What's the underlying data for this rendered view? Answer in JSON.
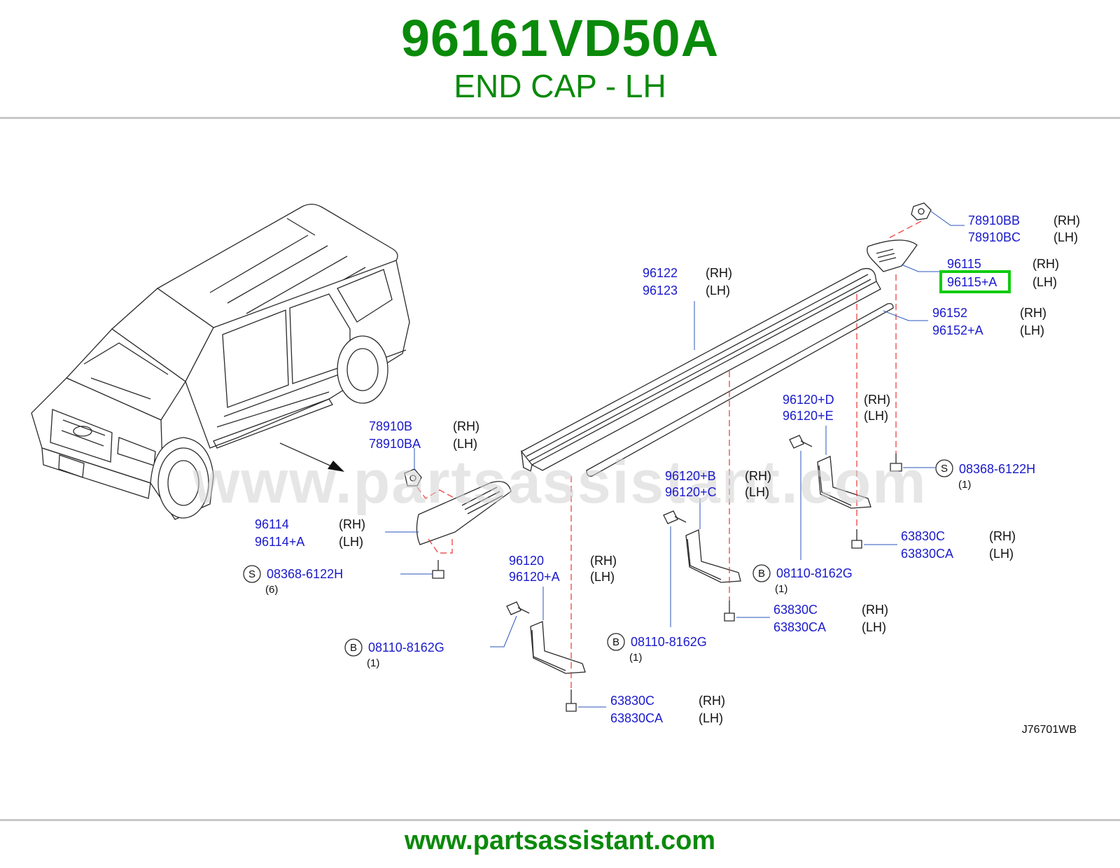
{
  "header": {
    "part_number": "96161VD50A",
    "part_name": "END CAP - LH"
  },
  "footer": {
    "website": "www.partsassistant.com"
  },
  "watermark": "www.partsassistant.com",
  "diagram_code": "J76701WB",
  "highlight_color": "#11cc11",
  "callouts": {
    "c78910bb": {
      "pn": "78910BB",
      "side": "(RH)"
    },
    "c78910bc": {
      "pn": "78910BC",
      "side": "(LH)"
    },
    "c96115": {
      "pn": "96115",
      "side": "(RH)"
    },
    "c96115a": {
      "pn": "96115+A",
      "side": "(LH)"
    },
    "c96122": {
      "pn": "96122",
      "side": "(RH)"
    },
    "c96123": {
      "pn": "96123",
      "side": "(LH)"
    },
    "c96152": {
      "pn": "96152",
      "side": "(RH)"
    },
    "c96152a": {
      "pn": "96152+A",
      "side": "(LH)"
    },
    "c96120d": {
      "pn": "96120+D",
      "side": "(RH)"
    },
    "c96120e": {
      "pn": "96120+E",
      "side": "(LH)"
    },
    "c78910b": {
      "pn": "78910B",
      "side": "(RH)"
    },
    "c78910ba": {
      "pn": "78910BA",
      "side": "(LH)"
    },
    "c96120b": {
      "pn": "96120+B",
      "side": "(RH)"
    },
    "c96120c": {
      "pn": "96120+C",
      "side": "(LH)"
    },
    "s_right": {
      "letter": "S",
      "pn": "08368-6122H",
      "qty": "(1)"
    },
    "c96114": {
      "pn": "96114",
      "side": "(RH)"
    },
    "c96114a": {
      "pn": "96114+A",
      "side": "(LH)"
    },
    "c63830c_r": {
      "pn": "63830C",
      "side": "(RH)"
    },
    "c63830ca_r": {
      "pn": "63830CA",
      "side": "(LH)"
    },
    "c96120": {
      "pn": "96120",
      "side": "(RH)"
    },
    "c96120a": {
      "pn": "96120+A",
      "side": "(LH)"
    },
    "s_left": {
      "letter": "S",
      "pn": "08368-6122H",
      "qty": "(6)"
    },
    "b_right": {
      "letter": "B",
      "pn": "08110-8162G",
      "qty": "(1)"
    },
    "c63830c_m": {
      "pn": "63830C",
      "side": "(RH)"
    },
    "c63830ca_m": {
      "pn": "63830CA",
      "side": "(LH)"
    },
    "b_mid": {
      "letter": "B",
      "pn": "08110-8162G",
      "qty": "(1)"
    },
    "b_left": {
      "letter": "B",
      "pn": "08110-8162G",
      "qty": "(1)"
    },
    "c63830c_b": {
      "pn": "63830C",
      "side": "(RH)"
    },
    "c63830ca_b": {
      "pn": "63830CA",
      "side": "(LH)"
    }
  }
}
